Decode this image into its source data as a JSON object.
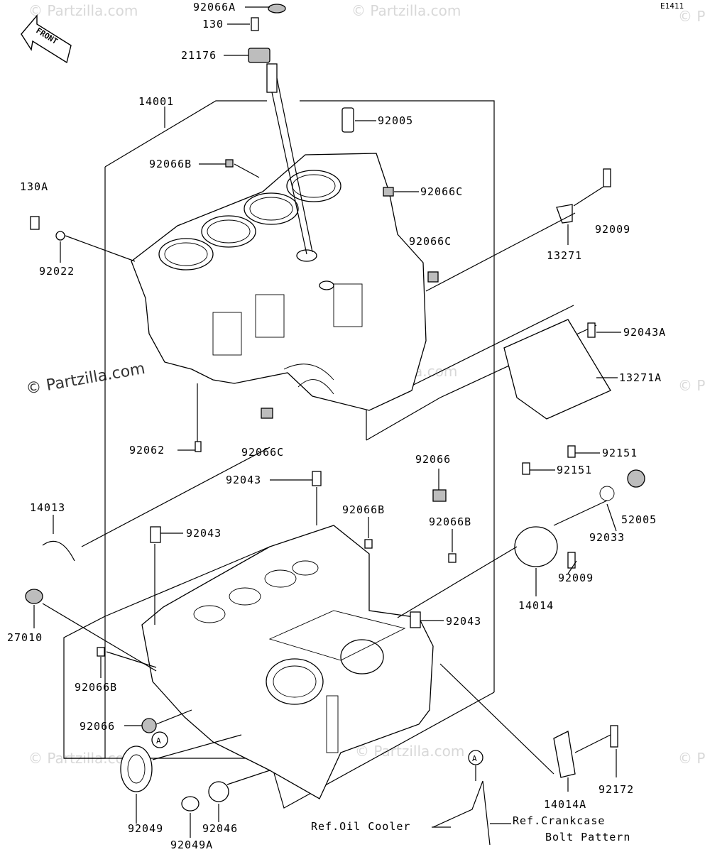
{
  "diagram_code": "E1411",
  "front_label": "FRONT",
  "watermark_main": "© Partzilla.com",
  "watermark_faint": "© Partzilla.com",
  "callout_A": "A",
  "refs": {
    "oil_cooler": "Ref.Oil Cooler",
    "crankcase_line1": "Ref.Crankcase",
    "crankcase_line2": "Bolt Pattern"
  },
  "parts": {
    "p92066A": "92066A",
    "p130": "130",
    "p21176": "21176",
    "p14001": "14001",
    "p92005": "92005",
    "p92066B_top": "92066B",
    "p130A": "130A",
    "p92066C_a": "92066C",
    "p92009_top": "92009",
    "p92022": "92022",
    "p92066C_b": "92066C",
    "p13271": "13271",
    "p92043A": "92043A",
    "p13271A": "13271A",
    "p92062": "92062",
    "p92066C_c": "92066C",
    "p92151_a": "92151",
    "p92151_b": "92151",
    "p92066_top": "92066",
    "p92043_a": "92043",
    "p52005": "52005",
    "p14013": "14013",
    "p92066B_mid": "92066B",
    "p92043_b": "92043",
    "p92066B_r": "92066B",
    "p92033": "92033",
    "p92009_mid": "92009",
    "p14014": "14014",
    "p27010": "27010",
    "p92043_c": "92043",
    "p92066B_low": "92066B",
    "p92066_low": "92066",
    "p92172": "92172",
    "p14014A": "14014A",
    "p92049": "92049",
    "p92046": "92046",
    "p92049A": "92049A"
  }
}
